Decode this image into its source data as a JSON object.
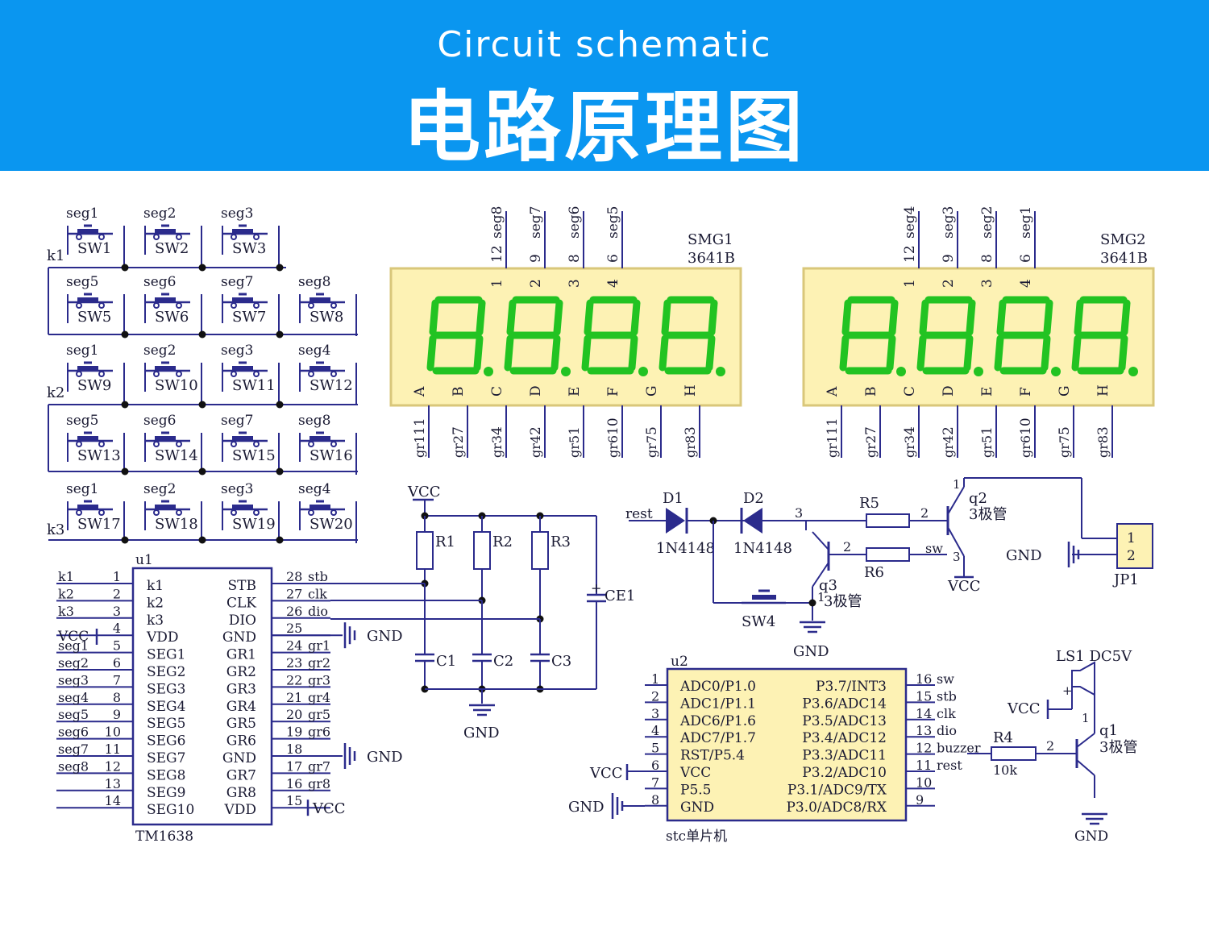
{
  "header": {
    "title_en": "Circuit schematic",
    "title_zh": "电路原理图"
  },
  "colors": {
    "banner": "#0a96f0",
    "wire": "#2b2b8c",
    "digit": "#22c322",
    "display_bg": "#fdf2b4"
  },
  "keypad": {
    "row_labels": [
      "k1",
      "k2",
      "k3"
    ],
    "switches": [
      {
        "seg": "seg1",
        "name": "SW1"
      },
      {
        "seg": "seg2",
        "name": "SW2"
      },
      {
        "seg": "seg3",
        "name": "SW3"
      },
      {
        "seg": "seg5",
        "name": "SW5"
      },
      {
        "seg": "seg6",
        "name": "SW6"
      },
      {
        "seg": "seg7",
        "name": "SW7"
      },
      {
        "seg": "seg8",
        "name": "SW8"
      },
      {
        "seg": "seg1",
        "name": "SW9"
      },
      {
        "seg": "seg2",
        "name": "SW10"
      },
      {
        "seg": "seg3",
        "name": "SW11"
      },
      {
        "seg": "seg4",
        "name": "SW12"
      },
      {
        "seg": "seg5",
        "name": "SW13"
      },
      {
        "seg": "seg6",
        "name": "SW14"
      },
      {
        "seg": "seg7",
        "name": "SW15"
      },
      {
        "seg": "seg8",
        "name": "SW16"
      },
      {
        "seg": "seg1",
        "name": "SW17"
      },
      {
        "seg": "seg2",
        "name": "SW18"
      },
      {
        "seg": "seg3",
        "name": "SW19"
      },
      {
        "seg": "seg4",
        "name": "SW20"
      }
    ]
  },
  "displays": [
    {
      "name": "SMG1",
      "model": "3641B",
      "top_pins": [
        {
          "num": "12",
          "net": "seg8",
          "idx": "1"
        },
        {
          "num": "9",
          "net": "seg7",
          "idx": "2"
        },
        {
          "num": "8",
          "net": "seg6",
          "idx": "3"
        },
        {
          "num": "6",
          "net": "seg5",
          "idx": "4"
        }
      ],
      "bottom_pins": [
        {
          "letter": "A",
          "num": "11",
          "net": "gr1"
        },
        {
          "letter": "B",
          "num": "7",
          "net": "gr2"
        },
        {
          "letter": "C",
          "num": "4",
          "net": "gr3"
        },
        {
          "letter": "D",
          "num": "2",
          "net": "gr4"
        },
        {
          "letter": "E",
          "num": "1",
          "net": "gr5"
        },
        {
          "letter": "F",
          "num": "10",
          "net": "gr6"
        },
        {
          "letter": "G",
          "num": "5",
          "net": "gr7"
        },
        {
          "letter": "H",
          "num": "3",
          "net": "gr8"
        }
      ]
    },
    {
      "name": "SMG2",
      "model": "3641B",
      "top_pins": [
        {
          "num": "12",
          "net": "seg4",
          "idx": "1"
        },
        {
          "num": "9",
          "net": "seg3",
          "idx": "2"
        },
        {
          "num": "8",
          "net": "seg2",
          "idx": "3"
        },
        {
          "num": "6",
          "net": "seg1",
          "idx": "4"
        }
      ],
      "bottom_pins": [
        {
          "letter": "A",
          "num": "11",
          "net": "gr1"
        },
        {
          "letter": "B",
          "num": "7",
          "net": "gr2"
        },
        {
          "letter": "C",
          "num": "4",
          "net": "gr3"
        },
        {
          "letter": "D",
          "num": "2",
          "net": "gr4"
        },
        {
          "letter": "E",
          "num": "1",
          "net": "gr5"
        },
        {
          "letter": "F",
          "num": "10",
          "net": "gr6"
        },
        {
          "letter": "G",
          "num": "5",
          "net": "gr7"
        },
        {
          "letter": "H",
          "num": "3",
          "net": "gr8"
        }
      ]
    }
  ],
  "tm1638": {
    "ref": "u1",
    "part": "TM1638",
    "left_pins": [
      {
        "num": "1",
        "name": "k1",
        "net": "k1"
      },
      {
        "num": "2",
        "name": "k2",
        "net": "k2"
      },
      {
        "num": "3",
        "name": "k3",
        "net": "k3"
      },
      {
        "num": "4",
        "name": "VDD",
        "net": "VCC"
      },
      {
        "num": "5",
        "name": "SEG1",
        "net": "seg1"
      },
      {
        "num": "6",
        "name": "SEG2",
        "net": "seg2"
      },
      {
        "num": "7",
        "name": "SEG3",
        "net": "seg3"
      },
      {
        "num": "8",
        "name": "SEG4",
        "net": "seg4"
      },
      {
        "num": "9",
        "name": "SEG5",
        "net": "seg5"
      },
      {
        "num": "10",
        "name": "SEG6",
        "net": "seg6"
      },
      {
        "num": "11",
        "name": "SEG7",
        "net": "seg7"
      },
      {
        "num": "12",
        "name": "SEG8",
        "net": "seg8"
      },
      {
        "num": "13",
        "name": "SEG9",
        "net": ""
      },
      {
        "num": "14",
        "name": "SEG10",
        "net": ""
      }
    ],
    "right_pins": [
      {
        "num": "28",
        "name": "STB",
        "net": "stb"
      },
      {
        "num": "27",
        "name": "CLK",
        "net": "clk"
      },
      {
        "num": "26",
        "name": "DIO",
        "net": "dio"
      },
      {
        "num": "25",
        "name": "GND",
        "net": "GND"
      },
      {
        "num": "24",
        "name": "GR1",
        "net": "gr1"
      },
      {
        "num": "23",
        "name": "GR2",
        "net": "gr2"
      },
      {
        "num": "22",
        "name": "GR3",
        "net": "gr3"
      },
      {
        "num": "21",
        "name": "GR4",
        "net": "gr4"
      },
      {
        "num": "20",
        "name": "GR5",
        "net": "gr5"
      },
      {
        "num": "19",
        "name": "GR6",
        "net": "gr6"
      },
      {
        "num": "18",
        "name": "GND",
        "net": "GND"
      },
      {
        "num": "17",
        "name": "GR7",
        "net": "gr7"
      },
      {
        "num": "16",
        "name": "GR8",
        "net": "gr8"
      },
      {
        "num": "15",
        "name": "VDD",
        "net": "VCC"
      }
    ]
  },
  "pullups": {
    "vcc": "VCC",
    "gnd": "GND",
    "resistors": [
      "R1",
      "R2",
      "R3"
    ],
    "capacitors": [
      "C1",
      "C2",
      "C3"
    ],
    "electrolytic": "CE1"
  },
  "reset_circuit": {
    "input_net": "rest",
    "diodes": [
      {
        "ref": "D1",
        "part": "1N4148"
      },
      {
        "ref": "D2",
        "part": "1N4148"
      }
    ],
    "resistors": [
      "R5",
      "R6"
    ],
    "sw_net": "sw",
    "q2": {
      "ref": "q2",
      "type": "3极管"
    },
    "q3": {
      "ref": "q3",
      "type": "3极管"
    },
    "switch": "SW4",
    "jumper": {
      "ref": "JP1",
      "pins": [
        "1",
        "2"
      ]
    },
    "gnd": "GND",
    "vcc": "VCC",
    "pin_numbers": [
      "1",
      "2",
      "3",
      "1",
      "2",
      "3"
    ]
  },
  "mcu": {
    "ref": "u2",
    "part": "stc单片机",
    "left_pins": [
      {
        "num": "1",
        "name": "ADC0/P1.0"
      },
      {
        "num": "2",
        "name": "ADC1/P1.1"
      },
      {
        "num": "3",
        "name": "ADC6/P1.6"
      },
      {
        "num": "4",
        "name": "ADC7/P1.7"
      },
      {
        "num": "5",
        "name": "RST/P5.4"
      },
      {
        "num": "6",
        "name": "VCC"
      },
      {
        "num": "7",
        "name": "P5.5"
      },
      {
        "num": "8",
        "name": "GND"
      }
    ],
    "right_pins": [
      {
        "num": "16",
        "name": "P3.7/INT3",
        "net": "sw"
      },
      {
        "num": "15",
        "name": "P3.6/ADC14",
        "net": "stb"
      },
      {
        "num": "14",
        "name": "P3.5/ADC13",
        "net": "clk"
      },
      {
        "num": "13",
        "name": "P3.4/ADC12",
        "net": "dio"
      },
      {
        "num": "12",
        "name": "P3.3/ADC11",
        "net": "buzzer"
      },
      {
        "num": "11",
        "name": "P3.2/ADC10",
        "net": "rest"
      },
      {
        "num": "10",
        "name": "P3.1/ADC9/TX",
        "net": ""
      },
      {
        "num": "9",
        "name": "P3.0/ADC8/RX",
        "net": ""
      }
    ],
    "vcc": "VCC",
    "gnd": "GND"
  },
  "buzzer": {
    "ls": "LS1 DC5V",
    "vcc": "VCC",
    "resistor": "R4",
    "resistor_value": "10k",
    "transistor": {
      "ref": "q1",
      "type": "3极管"
    },
    "gnd": "GND",
    "pin_numbers": [
      "+",
      "1",
      "2"
    ]
  }
}
